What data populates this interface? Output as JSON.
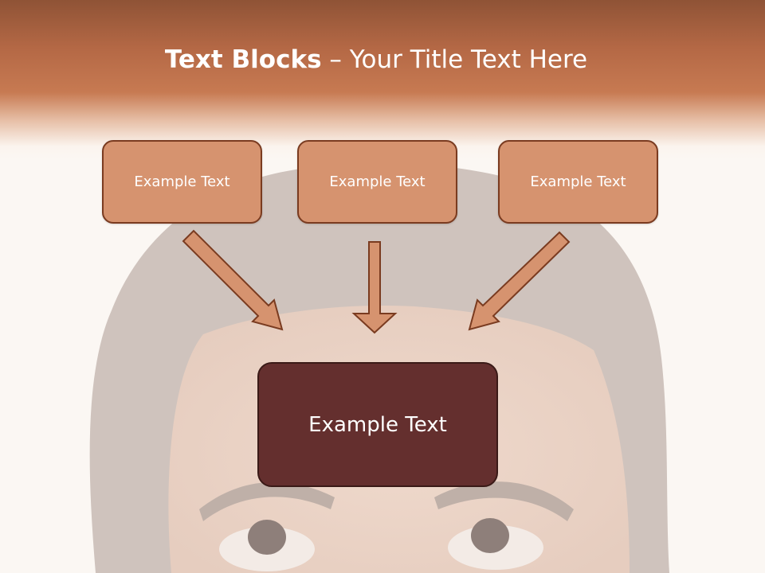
{
  "slide": {
    "title_bold": "Text Blocks",
    "title_separator": " – ",
    "title_rest": "Your Title Text Here",
    "blocks": [
      "Example Text",
      "Example Text",
      "Example Text"
    ],
    "main_block": "Example Text"
  },
  "colors": {
    "header": "#c77a52",
    "box_fill": "#d6936f",
    "box_border": "#7a3b20",
    "main_fill": "#642f2e",
    "arrow_fill": "#d6936f"
  }
}
